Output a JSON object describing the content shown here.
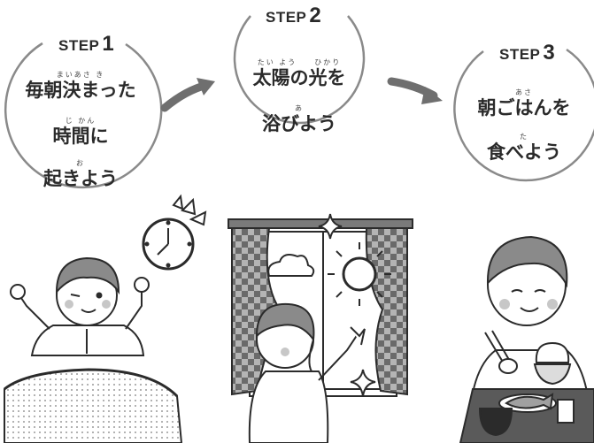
{
  "steps": [
    {
      "label": "STEP",
      "number": "1",
      "lines": [
        {
          "ruby": "まいあさ き",
          "text": "毎朝決まった"
        },
        {
          "ruby": "じ かん",
          "text": "時間に"
        },
        {
          "ruby": "お",
          "text": "起きよう"
        }
      ]
    },
    {
      "label": "STEP",
      "number": "2",
      "lines": [
        {
          "ruby": "たい よう　　ひかり",
          "text": "太陽の光を"
        },
        {
          "ruby": "あ",
          "text": "浴びよう"
        }
      ]
    },
    {
      "label": "STEP",
      "number": "3",
      "lines": [
        {
          "ruby": "あさ",
          "text": "朝ごはんを"
        },
        {
          "ruby": "た",
          "text": "食べよう"
        }
      ]
    }
  ],
  "colors": {
    "ink": "#2b2b2b",
    "circle": "#8a8a8a",
    "arrow": "#6f6f6f",
    "check_dark": "#707070",
    "check_light": "#d8d8d8"
  },
  "icons": [
    "arrow-right-icon",
    "alarm-clock-icon",
    "sun-icon",
    "sparkle-icon",
    "boy-waking-illustration",
    "girl-curtain-illustration",
    "boy-breakfast-illustration"
  ]
}
